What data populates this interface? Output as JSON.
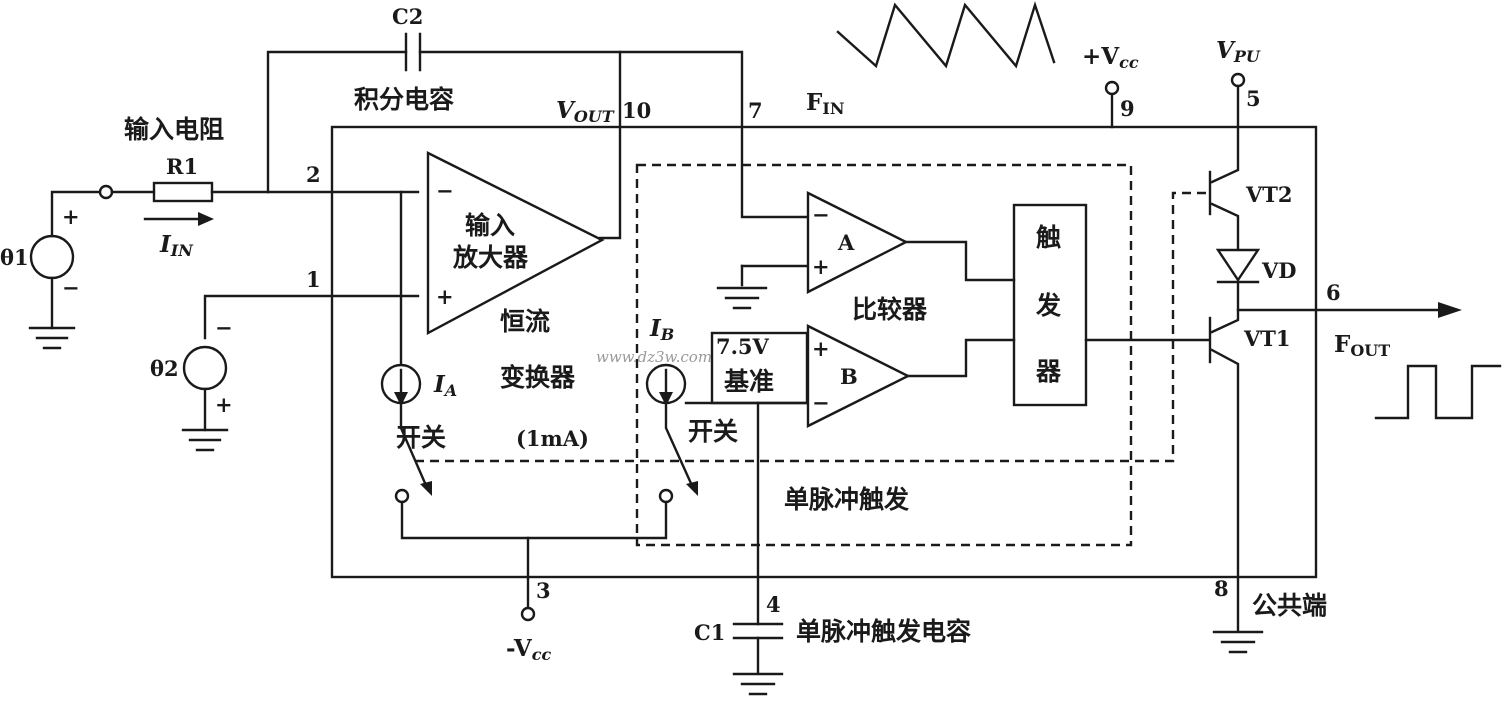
{
  "labels": {
    "c2": "C2",
    "integ_cap": "积分电容",
    "input_res": "输入电阻",
    "r1": "R1",
    "i_in_main": "I",
    "i_in_sub": "IN",
    "theta1": "θ1",
    "theta2": "θ2",
    "vout_main": "V",
    "vout_sub": "OUT",
    "fin_main": "F",
    "fin_sub": "IN",
    "vcc_plus": "+V",
    "vcc_sub": "cc",
    "vpu_main": "V",
    "vpu_sub": "PU",
    "vt2": "VT2",
    "vd": "VD",
    "vt1": "VT1",
    "fout_main": "F",
    "fout_sub": "OUT",
    "input_amp_1": "输入",
    "input_amp_2": "放大器",
    "comp_a": "A",
    "comp_b": "B",
    "comparator": "比较器",
    "trig_1": "触",
    "trig_2": "发",
    "trig_3": "器",
    "cc_conv_1": "恒流",
    "cc_conv_2": "变换器",
    "ia_main": "I",
    "ia_sub": "A",
    "ib_main": "I",
    "ib_sub": "B",
    "switch": "开关",
    "one_ma": "(1mA)",
    "ref_volt": "7.5V",
    "ref": "基准",
    "one_shot": "单脉冲触发",
    "neg_vcc": "-V",
    "neg_vcc_sub": "cc",
    "c1": "C1",
    "one_shot_cap": "单脉冲触发电容",
    "common": "公共端",
    "watermark": "www.dz3w.com",
    "minus": "−",
    "plus": "+"
  },
  "pins": [
    "1",
    "2",
    "3",
    "4",
    "5",
    "6",
    "7",
    "8",
    "9",
    "10"
  ]
}
